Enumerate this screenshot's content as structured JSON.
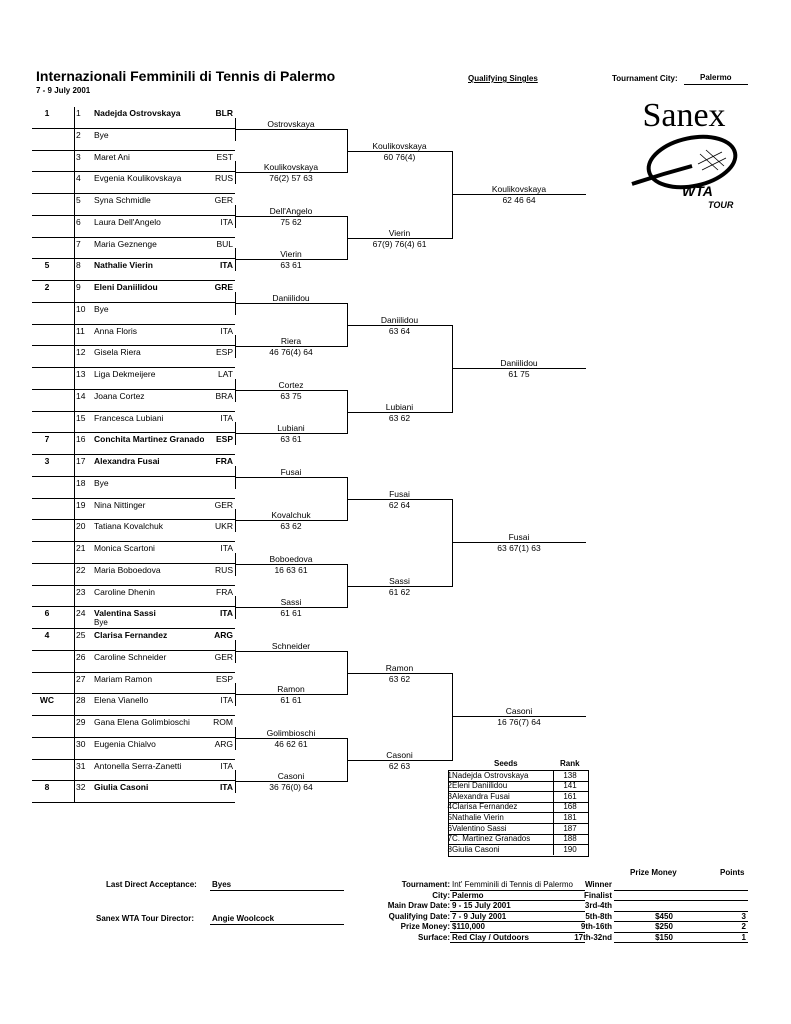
{
  "header": {
    "title": "Internazionali Femminili di Tennis di Palermo",
    "dates": "7 - 9 July 2001",
    "draw_type": "Qualifying Singles",
    "city_label": "Tournament City:",
    "city_value": "Palermo"
  },
  "logo": {
    "brand": "Sanex",
    "sub1": "WTA",
    "sub2": "TOUR"
  },
  "players": [
    {
      "seed": "1",
      "num": "1",
      "name": "Nadejda Ostrovskaya",
      "country": "BLR",
      "bold": true
    },
    {
      "seed": "",
      "num": "2",
      "name": "Bye",
      "country": "",
      "bold": false
    },
    {
      "seed": "",
      "num": "3",
      "name": "Maret Ani",
      "country": "EST",
      "bold": false
    },
    {
      "seed": "",
      "num": "4",
      "name": "Evgenia Koulikovskaya",
      "country": "RUS",
      "bold": false
    },
    {
      "seed": "",
      "num": "5",
      "name": "Syna Schmidle",
      "country": "GER",
      "bold": false
    },
    {
      "seed": "",
      "num": "6",
      "name": "Laura Dell'Angelo",
      "country": "ITA",
      "bold": false
    },
    {
      "seed": "",
      "num": "7",
      "name": "Maria Geznenge",
      "country": "BUL",
      "bold": false
    },
    {
      "seed": "5",
      "num": "8",
      "name": "Nathalie Vierin",
      "country": "ITA",
      "bold": true
    },
    {
      "seed": "2",
      "num": "9",
      "name": "Eleni Daniilidou",
      "country": "GRE",
      "bold": true
    },
    {
      "seed": "",
      "num": "10",
      "name": "Bye",
      "country": "",
      "bold": false
    },
    {
      "seed": "",
      "num": "11",
      "name": "Anna Floris",
      "country": "ITA",
      "bold": false
    },
    {
      "seed": "",
      "num": "12",
      "name": "Gisela Riera",
      "country": "ESP",
      "bold": false
    },
    {
      "seed": "",
      "num": "13",
      "name": "Liga Dekmeijere",
      "country": "LAT",
      "bold": false
    },
    {
      "seed": "",
      "num": "14",
      "name": "Joana Cortez",
      "country": "BRA",
      "bold": false
    },
    {
      "seed": "",
      "num": "15",
      "name": "Francesca Lubiani",
      "country": "ITA",
      "bold": false
    },
    {
      "seed": "7",
      "num": "16",
      "name": "Conchita Martinez Granados",
      "country": "ESP",
      "bold": true
    },
    {
      "seed": "3",
      "num": "17",
      "name": "Alexandra Fusai",
      "country": "FRA",
      "bold": true
    },
    {
      "seed": "",
      "num": "18",
      "name": "Bye",
      "country": "",
      "bold": false
    },
    {
      "seed": "",
      "num": "19",
      "name": "Nina Nittinger",
      "country": "GER",
      "bold": false
    },
    {
      "seed": "",
      "num": "20",
      "name": "Tatiana Kovalchuk",
      "country": "UKR",
      "bold": false
    },
    {
      "seed": "",
      "num": "21",
      "name": "Monica Scartoni",
      "country": "ITA",
      "bold": false
    },
    {
      "seed": "",
      "num": "22",
      "name": "Maria Boboedova",
      "country": "RUS",
      "bold": false
    },
    {
      "seed": "",
      "num": "23",
      "name": "Caroline Dhenin",
      "country": "FRA",
      "bold": false
    },
    {
      "seed": "6",
      "num": "24",
      "name": "Valentina Sassi",
      "country": "ITA",
      "bold": true
    },
    {
      "seed": "4",
      "num": "25",
      "name": "Clarisa Fernandez",
      "country": "ARG",
      "bold": true
    },
    {
      "seed": "",
      "num": "26",
      "name": "Caroline Schneider",
      "country": "GER",
      "bold": false
    },
    {
      "seed": "",
      "num": "27",
      "name": "Mariam Ramon",
      "country": "ESP",
      "bold": false
    },
    {
      "seed": "WC",
      "num": "28",
      "name": "Elena Vianello",
      "country": "ITA",
      "bold": false
    },
    {
      "seed": "",
      "num": "29",
      "name": "Gana Elena Golimbioschi",
      "country": "ROM",
      "bold": false
    },
    {
      "seed": "",
      "num": "30",
      "name": "Eugenia Chialvo",
      "country": "ARG",
      "bold": false
    },
    {
      "seed": "",
      "num": "31",
      "name": "Antonella Serra-Zanetti",
      "country": "ITA",
      "bold": false
    },
    {
      "seed": "8",
      "num": "32",
      "name": "Giulia Casoni",
      "country": "ITA",
      "bold": true
    }
  ],
  "bye_note": "Bye",
  "round2": [
    {
      "name": "Ostrovskaya",
      "score": ""
    },
    {
      "name": "Koulikovskaya",
      "score": "76(2) 57 63"
    },
    {
      "name": "Dell'Angelo",
      "score": "75 62"
    },
    {
      "name": "Vierin",
      "score": "63 61"
    },
    {
      "name": "Daniilidou",
      "score": ""
    },
    {
      "name": "Riera",
      "score": "46 76(4) 64"
    },
    {
      "name": "Cortez",
      "score": "63 75"
    },
    {
      "name": "Lubiani",
      "score": "63 61"
    },
    {
      "name": "Fusai",
      "score": ""
    },
    {
      "name": "Kovalchuk",
      "score": "63 62"
    },
    {
      "name": "Boboedova",
      "score": "16 63 61"
    },
    {
      "name": "Sassi",
      "score": "61 61"
    },
    {
      "name": "Schneider",
      "score": ""
    },
    {
      "name": "Ramon",
      "score": "61 61"
    },
    {
      "name": "Golimbioschi",
      "score": "46 62 61"
    },
    {
      "name": "Casoni",
      "score": "36 76(0) 64"
    }
  ],
  "round3": [
    {
      "name": "Koulikovskaya",
      "score": "60 76(4)"
    },
    {
      "name": "Vierin",
      "score": "67(9) 76(4) 61"
    },
    {
      "name": "Daniilidou",
      "score": "63 64"
    },
    {
      "name": "Lubiani",
      "score": "63 62"
    },
    {
      "name": "Fusai",
      "score": "62 64"
    },
    {
      "name": "Sassi",
      "score": "61 62"
    },
    {
      "name": "Ramon",
      "score": "63 62"
    },
    {
      "name": "Casoni",
      "score": "62 63"
    }
  ],
  "round4": [
    {
      "name": "Koulikovskaya",
      "score": "62 46 64"
    },
    {
      "name": "Daniilidou",
      "score": "61 75"
    },
    {
      "name": "Fusai",
      "score": "63 67(1) 63"
    },
    {
      "name": "Casoni",
      "score": "16 76(7) 64"
    }
  ],
  "seeds_table": {
    "header_seeds": "Seeds",
    "header_rank": "Rank",
    "rows": [
      {
        "n": "1",
        "name": "Nadejda Ostrovskaya",
        "rank": "138"
      },
      {
        "n": "2",
        "name": "Eleni Daniilidou",
        "rank": "141"
      },
      {
        "n": "3",
        "name": "Alexandra Fusai",
        "rank": "161"
      },
      {
        "n": "4",
        "name": "Clarisa Fernandez",
        "rank": "168"
      },
      {
        "n": "5",
        "name": "Nathalie Vierin",
        "rank": "181"
      },
      {
        "n": "6",
        "name": "Valentino Sassi",
        "rank": "187"
      },
      {
        "n": "7",
        "name": "C. Martinez Granados",
        "rank": "188"
      },
      {
        "n": "8",
        "name": "Giulia Casoni",
        "rank": "190"
      }
    ]
  },
  "footer": {
    "last_direct_label": "Last Direct Acceptance:",
    "last_direct_value": "Byes",
    "director_label": "Sanex WTA Tour Director:",
    "director_value": "Angie Woolcock",
    "info": [
      {
        "label": "Tournament:",
        "value": "Int' Femminili di Tennis di Palermo"
      },
      {
        "label": "City:",
        "value": "Palermo"
      },
      {
        "label": "Main Draw Date:",
        "value": "9 - 15 July 2001"
      },
      {
        "label": "Qualifying Date:",
        "value": "7 - 9 July 2001"
      },
      {
        "label": "Prize Money:",
        "value": "$110,000"
      },
      {
        "label": "Surface:",
        "value": "Red Clay / Outdoors"
      }
    ],
    "prize_header": "Prize Money",
    "points_header": "Points",
    "prize_rows": [
      {
        "round": "Winner",
        "money": "",
        "points": ""
      },
      {
        "round": "Finalist",
        "money": "",
        "points": ""
      },
      {
        "round": "3rd-4th",
        "money": "",
        "points": ""
      },
      {
        "round": "5th-8th",
        "money": "$450",
        "points": "3"
      },
      {
        "round": "9th-16th",
        "money": "$250",
        "points": "2"
      },
      {
        "round": "17th-32nd",
        "money": "$150",
        "points": "1"
      }
    ]
  }
}
